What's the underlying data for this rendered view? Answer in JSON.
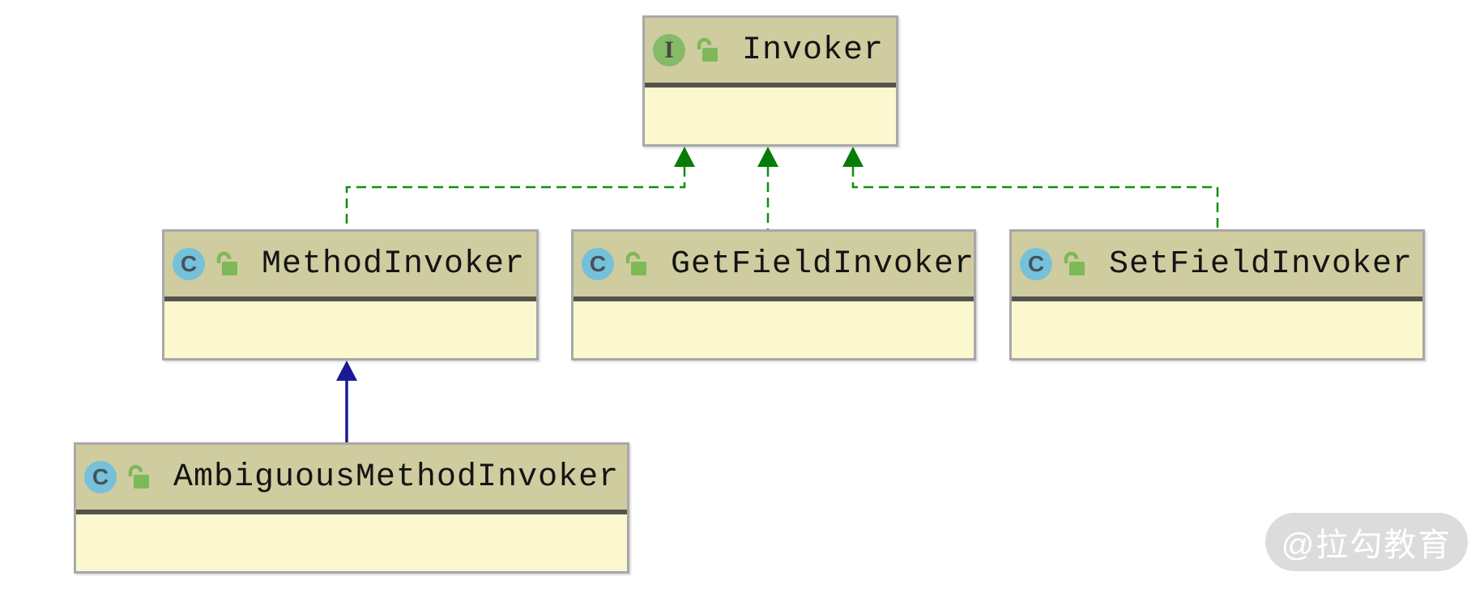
{
  "diagram": {
    "kind": "uml-class-diagram",
    "nodes": [
      {
        "name": "Invoker",
        "type": "interface",
        "badge": "I",
        "modifier": "public"
      },
      {
        "name": "MethodInvoker",
        "type": "class",
        "badge": "C",
        "modifier": "public"
      },
      {
        "name": "GetFieldInvoker",
        "type": "class",
        "badge": "C",
        "modifier": "public"
      },
      {
        "name": "SetFieldInvoker",
        "type": "class",
        "badge": "C",
        "modifier": "public"
      },
      {
        "name": "AmbiguousMethodInvoker",
        "type": "class",
        "badge": "C",
        "modifier": "public"
      }
    ],
    "edges": [
      {
        "from": "MethodInvoker",
        "to": "Invoker",
        "relation": "implements",
        "style": "dashed-green-hollow-arrow"
      },
      {
        "from": "GetFieldInvoker",
        "to": "Invoker",
        "relation": "implements",
        "style": "dashed-green-hollow-arrow"
      },
      {
        "from": "SetFieldInvoker",
        "to": "Invoker",
        "relation": "implements",
        "style": "dashed-green-hollow-arrow"
      },
      {
        "from": "AmbiguousMethodInvoker",
        "to": "MethodInvoker",
        "relation": "extends",
        "style": "solid-blue-arrow"
      }
    ]
  },
  "colors": {
    "canvas_background": "#ffffff",
    "node_header": "#cfcca0",
    "node_body": "#fbf8cf",
    "node_border": "#a8a8a8",
    "compartment_separator": "#53534b",
    "implements_edge": "#0e8f0e",
    "implements_arrowhead": "#087c08",
    "extends_edge": "#1a1a96",
    "interface_badge": "#85ba68",
    "class_badge": "#74c1d9",
    "lock_icon": "#7db957",
    "watermark_background": "#dcdcdc",
    "watermark_text_color": "#ffffff"
  },
  "watermark": {
    "text": "@拉勾教育"
  }
}
